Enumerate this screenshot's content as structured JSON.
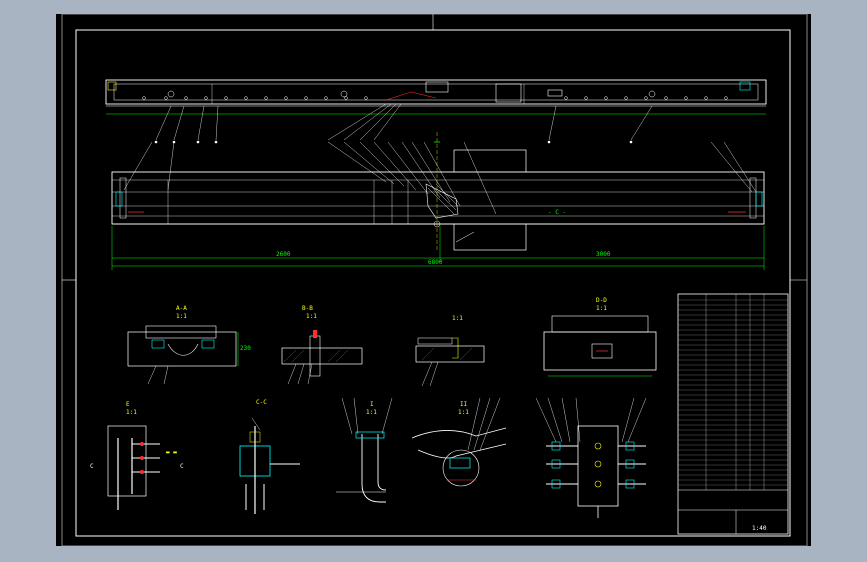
{
  "drawing": {
    "title_block": {
      "company": "",
      "scale": "1:40",
      "sheet_label": ""
    },
    "dimensions": {
      "overall_length": "6800",
      "left_span": "2600",
      "right_span": "3000",
      "section_width": "230"
    },
    "views": [
      {
        "id": "view-top",
        "label": ""
      },
      {
        "id": "view-front",
        "label": ""
      },
      {
        "id": "section-a-a",
        "label": "A-A",
        "scale": "1:1"
      },
      {
        "id": "section-b-b",
        "label": "B-B",
        "scale": "1:1"
      },
      {
        "id": "detail-1",
        "label": "",
        "scale": "1:1"
      },
      {
        "id": "section-d-d",
        "label": "D-D",
        "scale": "1:1"
      },
      {
        "id": "section-e",
        "label": "E",
        "scale": "1:1"
      },
      {
        "id": "section-c-c",
        "label": "C-C",
        "scale": ""
      },
      {
        "id": "detail-I",
        "label": "I",
        "scale": "1:1"
      },
      {
        "id": "detail-II",
        "label": "II",
        "scale": "1:1"
      },
      {
        "id": "detail-III",
        "label": "",
        "scale": ""
      }
    ],
    "notes": {
      "section_cut_left": "C",
      "section_cut_right": "C"
    }
  }
}
